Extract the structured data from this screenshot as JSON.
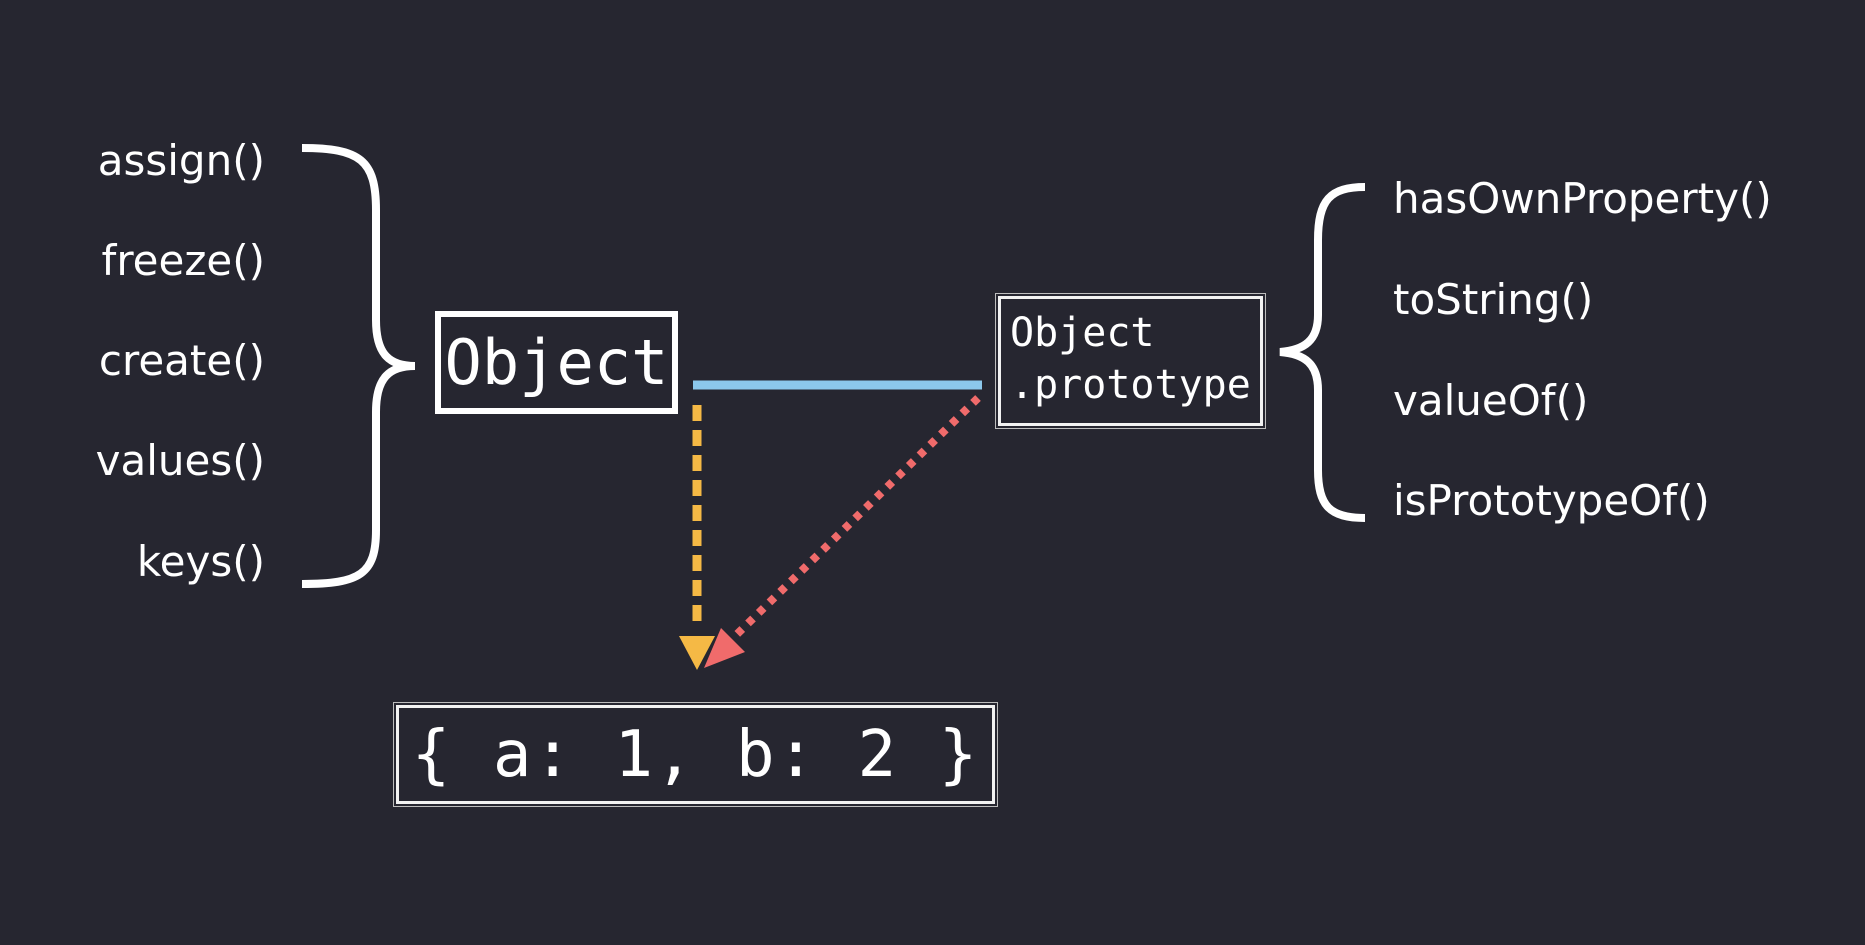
{
  "object_statics": {
    "items": [
      "assign()",
      "freeze()",
      "create()",
      "values()",
      "keys()"
    ]
  },
  "object_box": {
    "label": "Object"
  },
  "prototype_box": {
    "line1": "Object",
    "line2": ".prototype"
  },
  "prototype_methods": {
    "items": [
      "hasOwnProperty()",
      "toString()",
      "valueOf()",
      "isPrototypeOf()"
    ]
  },
  "literal_box": {
    "label": "{ a: 1, b: 2 }"
  },
  "colors": {
    "background": "#262630",
    "text": "#ffffff",
    "prototype_link": "#8cc8ec",
    "constructor_arrow": "#f5b945",
    "prototype_arrow": "#f06b6b"
  }
}
